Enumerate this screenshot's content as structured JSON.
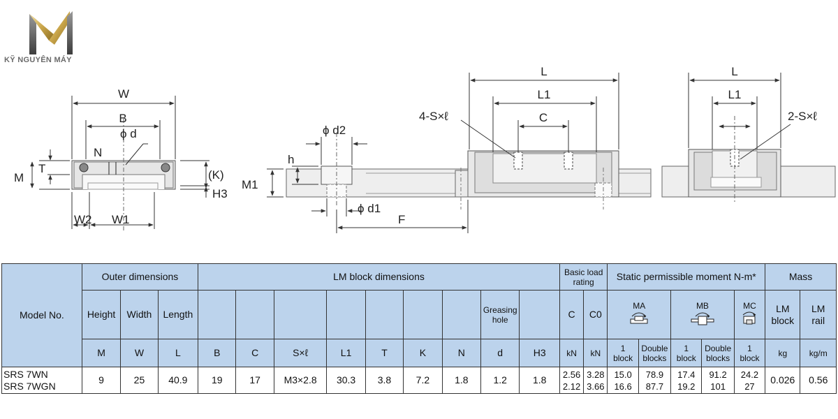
{
  "logo": {
    "text": "KỸ NGUYÊN MÁY"
  },
  "drawing": {
    "front": {
      "W": "W",
      "B": "B",
      "d": "ϕ d",
      "N": "N",
      "T": "T",
      "M": "M",
      "K": "(K)",
      "H3": "H3",
      "W2": "W2",
      "W1": "W1"
    },
    "side": {
      "d2": "ϕ d2",
      "h": "h",
      "M1": "M1",
      "d1": "ϕ d1",
      "F": "F",
      "L": "L",
      "L1": "L1",
      "C": "C",
      "S": "4-S×ℓ"
    },
    "end": {
      "L": "L",
      "L1": "L1",
      "S": "2-S×ℓ"
    }
  },
  "table": {
    "model_header": "Model No.",
    "outer_header": "Outer dimensions",
    "lm_header": "LM block dimensions",
    "load_header": [
      "Basic load",
      "rating"
    ],
    "moment_header": "Static permissible moment N-m*",
    "mass_header": "Mass",
    "col_height": "Height",
    "col_width": "Width",
    "col_length": "Length",
    "col_greasing": [
      "Greasing",
      "hole"
    ],
    "col_C": "C",
    "col_C0": "C0",
    "moment_MA": "MA",
    "moment_MB": "MB",
    "moment_MC": "MC",
    "col_lm_block": [
      "LM",
      "block"
    ],
    "col_lm_rail": [
      "LM",
      "rail"
    ],
    "sym": {
      "M": "M",
      "W": "W",
      "L": "L",
      "B": "B",
      "C": "C",
      "S": "S×ℓ",
      "L1": "L1",
      "T": "T",
      "K": "K",
      "N": "N",
      "d": "d",
      "H3": "H3"
    },
    "unit_kN": "kN",
    "one_block": [
      "1",
      "block"
    ],
    "double_blocks": [
      "Double",
      "blocks"
    ],
    "unit_kg": "kg",
    "unit_kgm": "kg/m",
    "row": {
      "models": [
        "SRS 7WN",
        "SRS 7WGN"
      ],
      "M": "9",
      "W": "25",
      "L": "40.9",
      "B": "19",
      "C": "17",
      "S": "M3×2.8",
      "L1": "30.3",
      "T": "3.8",
      "K": "7.2",
      "N": "1.8",
      "d": "1.2",
      "H3": "1.8",
      "load_C": [
        "2.56",
        "2.12"
      ],
      "load_C0": [
        "3.28",
        "3.66"
      ],
      "MA_1": [
        "15.0",
        "16.6"
      ],
      "MA_2": [
        "78.9",
        "87.7"
      ],
      "MB_1": [
        "17.4",
        "19.2"
      ],
      "MB_2": [
        "91.2",
        "101"
      ],
      "MC_1": [
        "24.2",
        "27"
      ],
      "mass_block": "0.026",
      "mass_rail": "0.56"
    }
  }
}
